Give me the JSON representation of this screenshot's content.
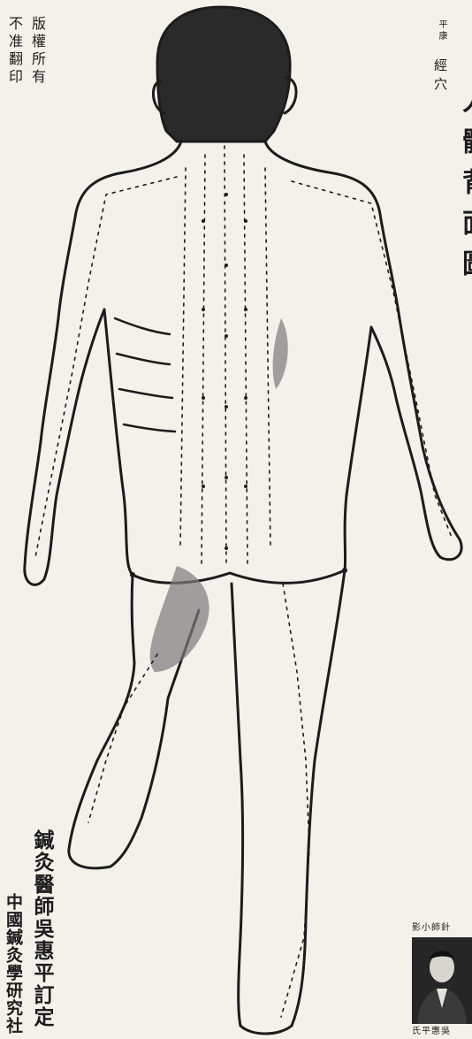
{
  "copyright": {
    "line1": "版權所有",
    "line2": "不准翻印"
  },
  "title": {
    "top_small": "平康",
    "label": "經穴",
    "main": "人體背面圖"
  },
  "author": {
    "line1": "鍼灸醫師吳惠平訂定",
    "line2": "中國鍼灸學研究社"
  },
  "portrait": {
    "caption_top": "影小師針",
    "caption_bottom": "氏平惠吳"
  },
  "colors": {
    "paper": "#f3f1ea",
    "ink": "#1c1c1c",
    "shade": "#7a7a7a"
  }
}
